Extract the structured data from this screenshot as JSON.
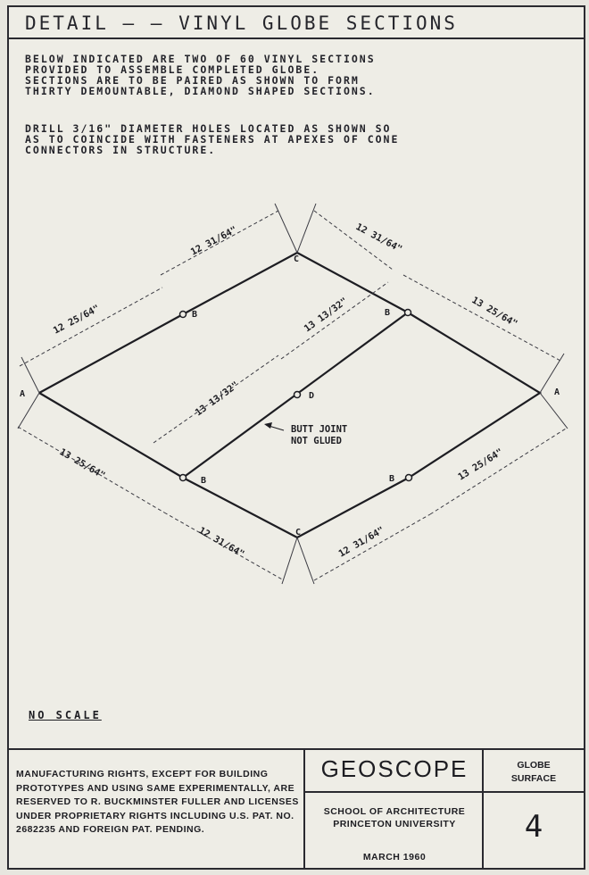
{
  "title": "DETAIL — — VINYL GLOBE SECTIONS",
  "notes": {
    "note1": "BELOW INDICATED ARE TWO OF 60 VINYL SECTIONS\nPROVIDED TO ASSEMBLE COMPLETED GLOBE.\nSECTIONS ARE TO BE PAIRED AS SHOWN TO FORM\nTHIRTY DEMOUNTABLE, DIAMOND SHAPED SECTIONS.",
    "note2": "DRILL 3/16\" DIAMETER HOLES LOCATED AS SHOWN SO\nAS TO COINCIDE WITH FASTENERS AT APEXES OF CONE\nCONNECTORS IN STRUCTURE."
  },
  "diagram": {
    "points": {
      "A_left": "A",
      "A_right": "A",
      "B_top_left": "B",
      "B_top_right": "B",
      "B_bottom_left": "B",
      "B_bottom_right": "B",
      "C_top": "C",
      "C_bottom": "C",
      "D_center": "D"
    },
    "dimensions": {
      "top_left_upper": "12 31/64\"",
      "top_left_lower": "12 25/64\"",
      "top_right_upper": "12 31/64\"",
      "top_right_lower": "13 25/64\"",
      "diagonal_upper": "13 13/32\"",
      "diagonal_lower": "13 13/32\"",
      "bottom_left_upper": "13 25/64\"",
      "bottom_left_lower": "12 31/64\"",
      "bottom_right_upper": "13 25/64\"",
      "bottom_right_lower": "12 31/64\""
    },
    "annotation": "BUTT JOINT\nNOT GLUED"
  },
  "scale_note": "NO SCALE",
  "title_block": {
    "rights": "MANUFACTURING RIGHTS, EXCEPT FOR BUILDING PROTOTYPES AND USING SAME EXPERIMENTALLY, ARE RESERVED TO R. BUCKMINSTER FULLER AND LICENSES UNDER PROPRIETARY RIGHTS INCLUDING U.S. PAT. NO. 2682235 AND FOREIGN PAT. PENDING.",
    "project": "GEOSCOPE",
    "school_line1": "SCHOOL OF ARCHITECTURE",
    "school_line2": "PRINCETON UNIVERSITY",
    "date": "MARCH 1960",
    "sheet_title_line1": "GLOBE",
    "sheet_title_line2": "SURFACE",
    "sheet_number": "4"
  },
  "colors": {
    "paper": "#eeede6",
    "ink": "#1d1d22",
    "dim_ink": "#3a3a42"
  }
}
